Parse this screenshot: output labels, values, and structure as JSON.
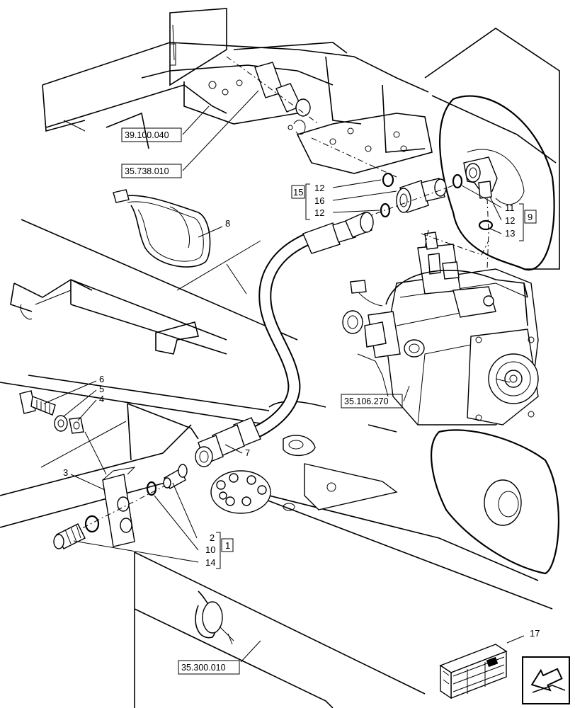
{
  "diagram": {
    "part_callouts": [
      "2",
      "3",
      "4",
      "5",
      "6",
      "7",
      "8",
      "10",
      "11",
      "12",
      "12",
      "12",
      "13",
      "14",
      "16",
      "17"
    ],
    "group_labels": [
      "1",
      "9",
      "15"
    ],
    "reference_boxes": [
      "39.100.040",
      "35.738.010",
      "35.106.270",
      "35.300.010"
    ]
  },
  "icons": {
    "nav_arrow": "arrow-icon",
    "parts_crate": "crate-icon"
  }
}
